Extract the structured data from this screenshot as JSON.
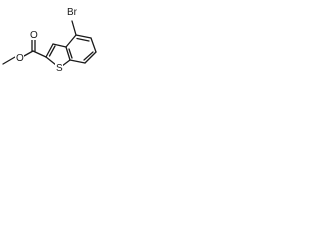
{
  "molecule": {
    "atoms": {
      "bromine": "Br",
      "carbonyl_oxygen": "O",
      "ester_oxygen": "O",
      "sulfur": "S"
    }
  },
  "colors": {
    "bond": "#1a1a1a",
    "background": "#ffffff"
  }
}
